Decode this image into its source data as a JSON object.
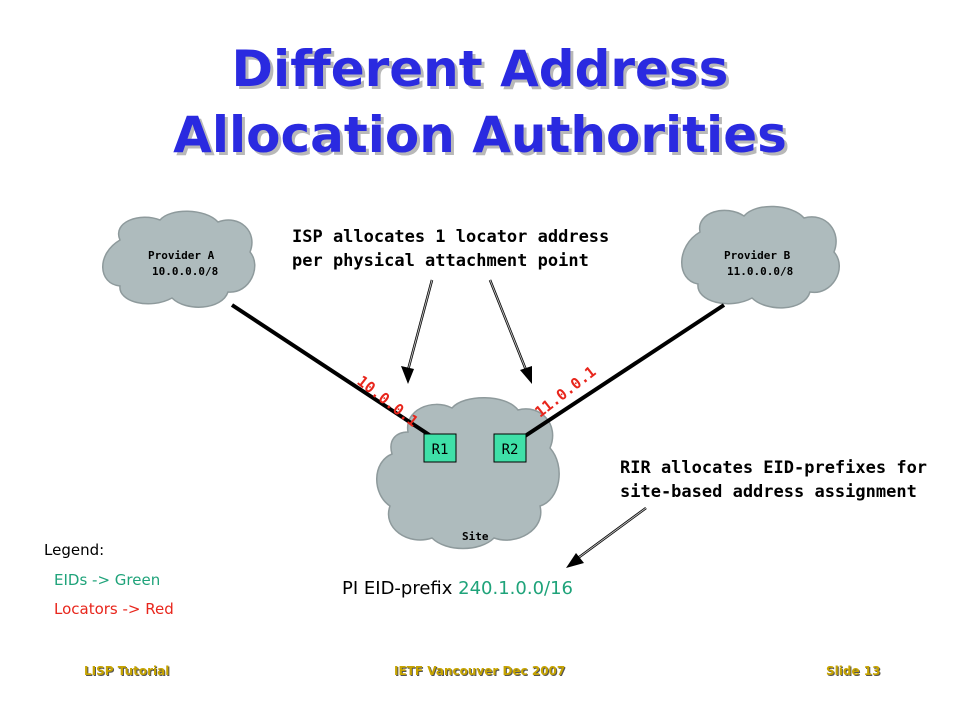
{
  "title": {
    "line1": "Different Address",
    "line2": "Allocation Authorities"
  },
  "clouds": {
    "provider_a": {
      "name": "Provider A",
      "prefix": "10.0.0.0/8"
    },
    "provider_b": {
      "name": "Provider B",
      "prefix": "11.0.0.0/8"
    },
    "site": {
      "name": "Site"
    }
  },
  "routers": {
    "r1": "R1",
    "r2": "R2"
  },
  "locators": {
    "left": "10.0.0.1",
    "right": "11.0.0.1"
  },
  "notes": {
    "isp_line1": "ISP allocates 1 locator address",
    "isp_line2": "per physical attachment point",
    "rir_line1": "RIR allocates EID-prefixes for",
    "rir_line2": "site-based address assignment"
  },
  "pi": {
    "label": "PI EID-prefix",
    "prefix": "240.1.0.0/16"
  },
  "legend": {
    "title": "Legend:",
    "eids": "EIDs -> Green",
    "locators": "Locators -> Red"
  },
  "colors": {
    "title": "#2a2ae0",
    "eid": "#1fa37a",
    "locator": "#e8261c",
    "cloud": "#aebbbd",
    "router": "#3fe0a8",
    "footer": "#c7a400"
  },
  "footer": {
    "left": "LISP Tutorial",
    "center": "IETF Vancouver Dec 2007",
    "right": "Slide 13"
  }
}
